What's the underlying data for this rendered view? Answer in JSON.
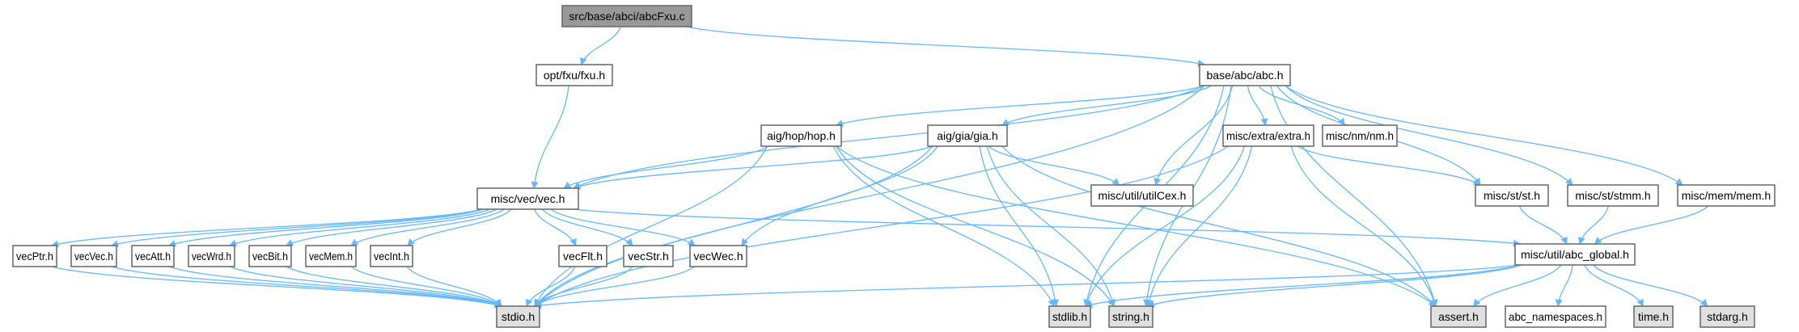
{
  "title": "Include dependency graph for abcFxu.c",
  "colors": {
    "edge": "#63b8ff",
    "root_fill": "#999999",
    "node_fill": "#ffffff",
    "system_fill": "#e0e0e0",
    "border": "#666666"
  },
  "nodes": [
    {
      "id": "root",
      "label": "src/base/abci/abcFxu.c",
      "kind": "root"
    },
    {
      "id": "fxu",
      "label": "opt/fxu/fxu.h",
      "kind": "header"
    },
    {
      "id": "abc",
      "label": "base/abc/abc.h",
      "kind": "header"
    },
    {
      "id": "hop",
      "label": "aig/hop/hop.h",
      "kind": "header"
    },
    {
      "id": "gia",
      "label": "aig/gia/gia.h",
      "kind": "header"
    },
    {
      "id": "extra",
      "label": "misc/extra/extra.h",
      "kind": "header"
    },
    {
      "id": "nm",
      "label": "misc/nm/nm.h",
      "kind": "header"
    },
    {
      "id": "vec",
      "label": "misc/vec/vec.h",
      "kind": "header"
    },
    {
      "id": "utilCex",
      "label": "misc/util/utilCex.h",
      "kind": "header"
    },
    {
      "id": "st",
      "label": "misc/st/st.h",
      "kind": "header"
    },
    {
      "id": "stmm",
      "label": "misc/st/stmm.h",
      "kind": "header"
    },
    {
      "id": "mem",
      "label": "misc/mem/mem.h",
      "kind": "header"
    },
    {
      "id": "vecPtr",
      "label": "vecPtr.h",
      "kind": "header"
    },
    {
      "id": "vecVec",
      "label": "vecVec.h",
      "kind": "header"
    },
    {
      "id": "vecAtt",
      "label": "vecAtt.h",
      "kind": "header"
    },
    {
      "id": "vecWrd",
      "label": "vecWrd.h",
      "kind": "header"
    },
    {
      "id": "vecBit",
      "label": "vecBit.h",
      "kind": "header"
    },
    {
      "id": "vecMem",
      "label": "vecMem.h",
      "kind": "header"
    },
    {
      "id": "vecInt",
      "label": "vecInt.h",
      "kind": "header"
    },
    {
      "id": "vecFlt",
      "label": "vecFlt.h",
      "kind": "header"
    },
    {
      "id": "vecStr",
      "label": "vecStr.h",
      "kind": "header"
    },
    {
      "id": "vecWec",
      "label": "vecWec.h",
      "kind": "header"
    },
    {
      "id": "abc_global",
      "label": "misc/util/abc_global.h",
      "kind": "header"
    },
    {
      "id": "stdio",
      "label": "stdio.h",
      "kind": "system"
    },
    {
      "id": "stdlib",
      "label": "stdlib.h",
      "kind": "system"
    },
    {
      "id": "string",
      "label": "string.h",
      "kind": "system"
    },
    {
      "id": "assert",
      "label": "assert.h",
      "kind": "system"
    },
    {
      "id": "abc_namespaces",
      "label": "abc_namespaces.h",
      "kind": "header"
    },
    {
      "id": "time",
      "label": "time.h",
      "kind": "system"
    },
    {
      "id": "stdarg",
      "label": "stdarg.h",
      "kind": "system"
    }
  ],
  "edges": [
    [
      "root",
      "fxu"
    ],
    [
      "root",
      "abc"
    ],
    [
      "fxu",
      "vec"
    ],
    [
      "abc",
      "hop"
    ],
    [
      "abc",
      "gia"
    ],
    [
      "abc",
      "extra"
    ],
    [
      "abc",
      "nm"
    ],
    [
      "abc",
      "vec"
    ],
    [
      "abc",
      "utilCex"
    ],
    [
      "abc",
      "st"
    ],
    [
      "abc",
      "stmm"
    ],
    [
      "abc",
      "mem"
    ],
    [
      "abc",
      "stdio"
    ],
    [
      "abc",
      "stdlib"
    ],
    [
      "abc",
      "string"
    ],
    [
      "abc",
      "assert"
    ],
    [
      "hop",
      "vec"
    ],
    [
      "hop",
      "stdio"
    ],
    [
      "hop",
      "stdlib"
    ],
    [
      "hop",
      "string"
    ],
    [
      "hop",
      "assert"
    ],
    [
      "gia",
      "vec"
    ],
    [
      "gia",
      "vecWec"
    ],
    [
      "gia",
      "utilCex"
    ],
    [
      "gia",
      "stdio"
    ],
    [
      "gia",
      "stdlib"
    ],
    [
      "gia",
      "string"
    ],
    [
      "gia",
      "assert"
    ],
    [
      "extra",
      "st"
    ],
    [
      "extra",
      "stdio"
    ],
    [
      "extra",
      "stdlib"
    ],
    [
      "extra",
      "string"
    ],
    [
      "extra",
      "assert"
    ],
    [
      "vec",
      "vecPtr"
    ],
    [
      "vec",
      "vecVec"
    ],
    [
      "vec",
      "vecAtt"
    ],
    [
      "vec",
      "vecWrd"
    ],
    [
      "vec",
      "vecBit"
    ],
    [
      "vec",
      "vecMem"
    ],
    [
      "vec",
      "vecInt"
    ],
    [
      "vec",
      "vecFlt"
    ],
    [
      "vec",
      "vecStr"
    ],
    [
      "vec",
      "vecWec"
    ],
    [
      "vec",
      "abc_global"
    ],
    [
      "vecPtr",
      "stdio"
    ],
    [
      "vecVec",
      "stdio"
    ],
    [
      "vecAtt",
      "stdio"
    ],
    [
      "vecWrd",
      "stdio"
    ],
    [
      "vecBit",
      "stdio"
    ],
    [
      "vecMem",
      "stdio"
    ],
    [
      "vecInt",
      "stdio"
    ],
    [
      "vecFlt",
      "stdio"
    ],
    [
      "vecStr",
      "stdio"
    ],
    [
      "vecWec",
      "stdio"
    ],
    [
      "st",
      "abc_global"
    ],
    [
      "stmm",
      "abc_global"
    ],
    [
      "mem",
      "abc_global"
    ],
    [
      "abc_global",
      "stdio"
    ],
    [
      "abc_global",
      "stdlib"
    ],
    [
      "abc_global",
      "string"
    ],
    [
      "abc_global",
      "assert"
    ],
    [
      "abc_global",
      "abc_namespaces"
    ],
    [
      "abc_global",
      "time"
    ],
    [
      "abc_global",
      "stdarg"
    ]
  ]
}
